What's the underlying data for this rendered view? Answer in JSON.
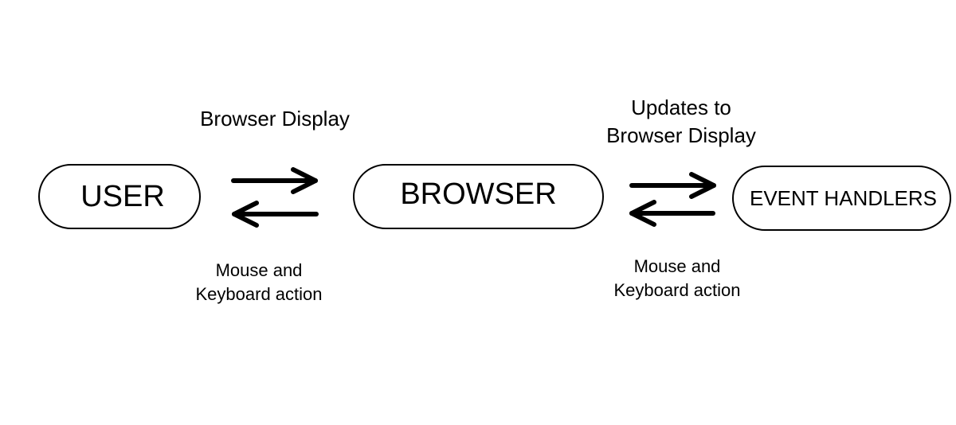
{
  "diagram": {
    "nodes": {
      "user": "USER",
      "browser": "BROWSER",
      "event_handlers": "EVENT HANDLERS"
    },
    "labels": {
      "user_browser_top": "Browser Display",
      "user_browser_bottom_line1": "Mouse and",
      "user_browser_bottom_line2": "Keyboard action",
      "browser_handlers_top_line1": "Updates to",
      "browser_handlers_top_line2": "Browser Display",
      "browser_handlers_bottom_line1": "Mouse and",
      "browser_handlers_bottom_line2": "Keyboard action"
    },
    "edges": [
      {
        "from": "user",
        "to": "browser",
        "direction": "both"
      },
      {
        "from": "browser",
        "to": "event_handlers",
        "direction": "both"
      }
    ]
  }
}
